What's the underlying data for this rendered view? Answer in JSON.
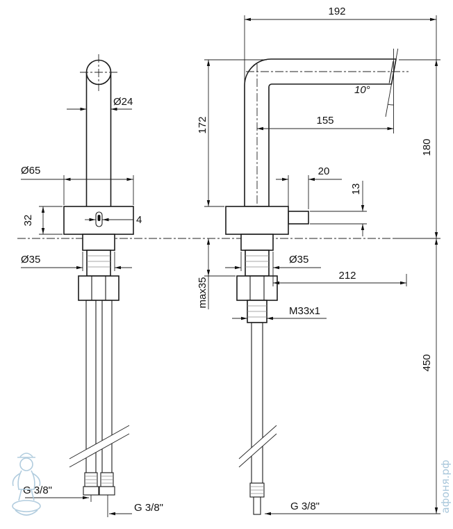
{
  "drawing": {
    "kind": "faucet installation dimensions",
    "line_color": "#1a1a1a",
    "watermark_color": "#a9c7db"
  },
  "left_view": {
    "d24": "Ø24",
    "d65": "Ø65",
    "h32": "32",
    "w4": "4",
    "d35": "Ø35",
    "g38_hose1": "G 3/8\"",
    "g38_hose2": "G 3/8\""
  },
  "right_view": {
    "w192": "192",
    "h172": "172",
    "w155": "155",
    "angle": "10°",
    "h180": "180",
    "w20": "20",
    "h13": "13",
    "w212": "212",
    "max_thickness": "max35",
    "d35": "Ø35",
    "thread": "M33x1",
    "h450": "450",
    "g38_hose": "G 3/8\""
  },
  "watermark": {
    "site": "афоня.рф"
  }
}
